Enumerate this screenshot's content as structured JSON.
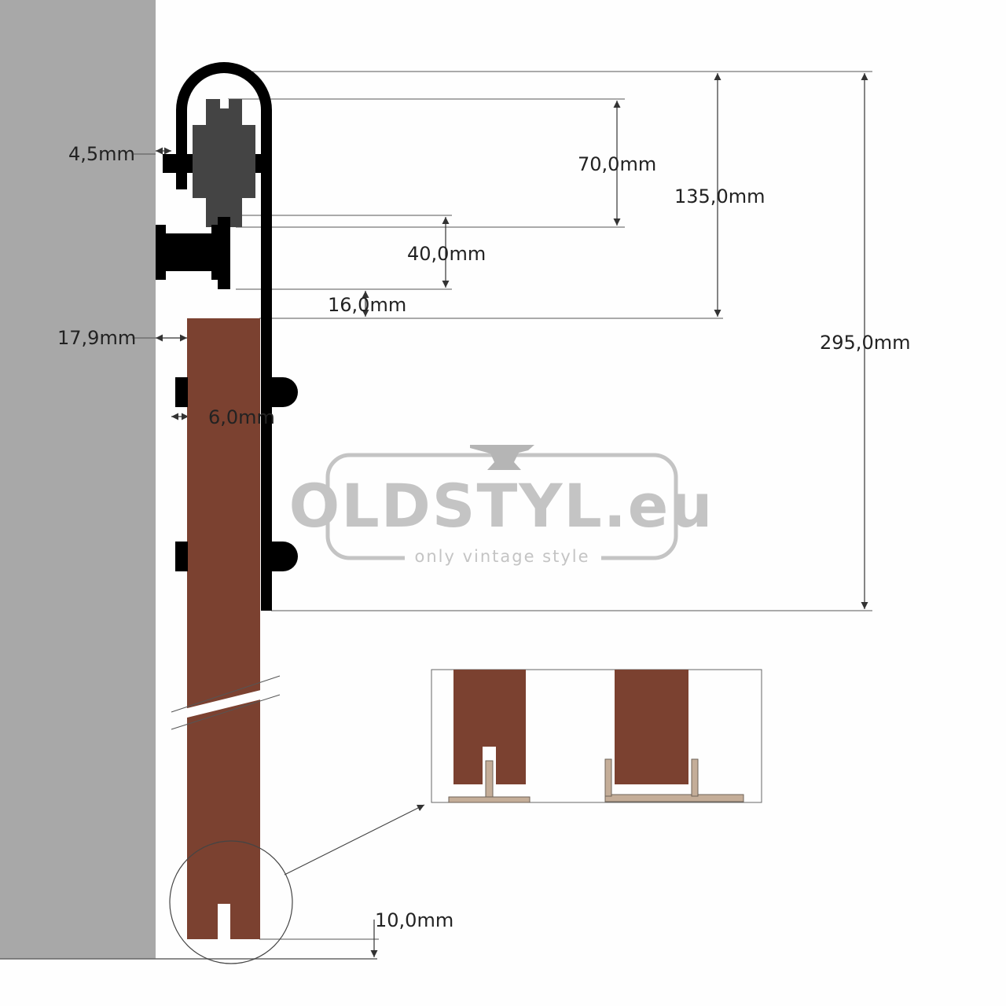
{
  "dimensions": {
    "d_4_5": "4,5mm",
    "d_70": "70,0mm",
    "d_135": "135,0mm",
    "d_40": "40,0mm",
    "d_16": "16,0mm",
    "d_295": "295,0mm",
    "d_17_9": "17,9mm",
    "d_6": "6,0mm",
    "d_10": "10,0mm"
  },
  "logo": {
    "name": "OLDSTYL.eu",
    "tagline": "only vintage style"
  },
  "colors": {
    "wall": "#a8a8a8",
    "door": "#7b4130",
    "hardware": "#000000",
    "wheel": "#444444",
    "guide": "#c4ad98",
    "logo": "#c4c4c4"
  }
}
